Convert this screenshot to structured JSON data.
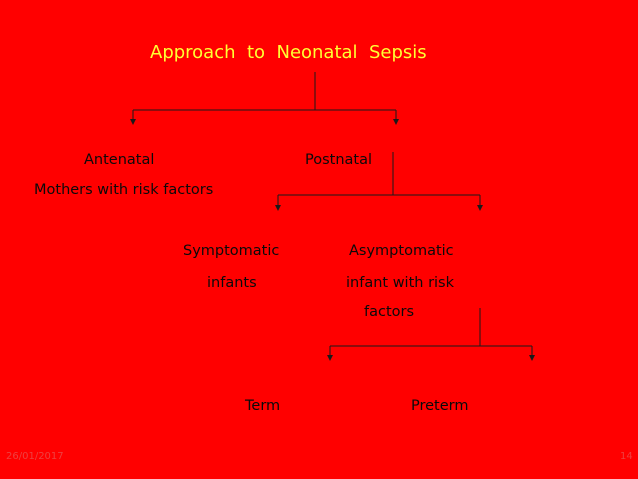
{
  "slide": {
    "title": "Approach  to  Neonatal  Sepsis",
    "nodes": {
      "antenatal": "Antenatal",
      "mothers_risk": "Mothers with risk factors",
      "postnatal": "Postnatal",
      "symptomatic_1": "Symptomatic",
      "symptomatic_2": "infants",
      "asymptomatic_1": "Asymptomatic",
      "asymptomatic_2": "infant with risk",
      "asymptomatic_3": "factors",
      "term": "Term",
      "preterm": "Preterm"
    },
    "footer": {
      "date": "26/01/2017",
      "page": "14"
    }
  },
  "colors": {
    "background": "#ff0000",
    "title_text": "#ffff33",
    "body_text": "#0a0a0a",
    "lines": "#1a1a1a",
    "footer_text": "#ee4040"
  }
}
